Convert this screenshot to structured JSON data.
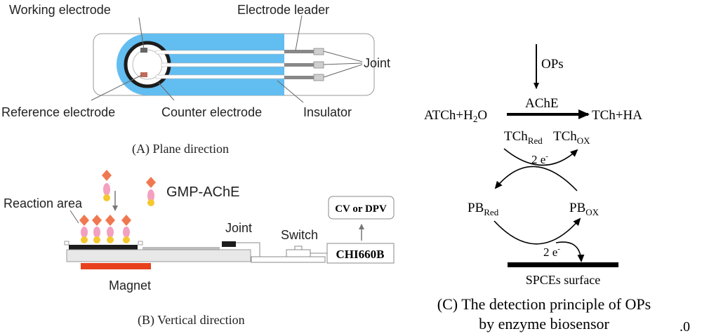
{
  "panel_a": {
    "working_electrode": "Working electrode",
    "electrode_leader": "Electrode leader",
    "joint": "Joint",
    "reference_electrode": "Reference electrode",
    "counter_electrode": "Counter electrode",
    "insulator": "Insulator",
    "caption": "(A) Plane direction"
  },
  "panel_b": {
    "gmp_ache": "GMP-AChE",
    "reaction_area": "Reaction area",
    "joint": "Joint",
    "switch": "Switch",
    "cv_dpv": "CV or DPV",
    "chi": "CHI660B",
    "magnet": "Magnet",
    "caption": "(B) Vertical direction"
  },
  "panel_c": {
    "ops": "OPs",
    "ache": "AChE",
    "reactant_main": "ATCh+H",
    "reactant_sub": "2",
    "reactant_tail": "O",
    "product": "TCh+HA",
    "tch": "TCh",
    "red_sub": "Red",
    "ox_sub": "OX",
    "pb": "PB",
    "two_e": "2 e",
    "e_sup": "-",
    "surface": "SPCEs surface",
    "caption_line1": "(C) The detection principle of OPs",
    "caption_line2": "by enzyme biosensor"
  },
  "corner_mark": ".0",
  "colors": {
    "insulator_blue": "#62bdf0",
    "magnet_red": "#e8401c",
    "probe_orange": "#f07850",
    "probe_pink": "#f4a0c0",
    "probe_yellow": "#f5c830"
  }
}
